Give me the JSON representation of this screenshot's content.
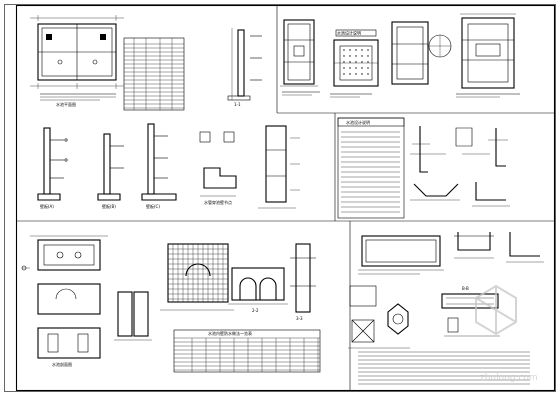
{
  "watermark": {
    "site": "zhulong.com",
    "logo_color": "#c6c6c6"
  },
  "labels": {
    "wall_a": "壁板(A)",
    "wall_b": "壁板(B)",
    "wall_c": "壁板(C)",
    "section_11": "1-1",
    "section_22": "2-2",
    "section_33": "3-3",
    "section_bb": "B-B",
    "notes_box_title": "水池设计说明",
    "table_title": "水池内壁防水做法一览表",
    "pool_plan": "水池平面图",
    "pool_section": "水池剖面图",
    "pipe_detail": "水管穿池壁节点"
  },
  "colors": {
    "ink": "#000000",
    "paper": "#ffffff",
    "frame": "#000000"
  }
}
